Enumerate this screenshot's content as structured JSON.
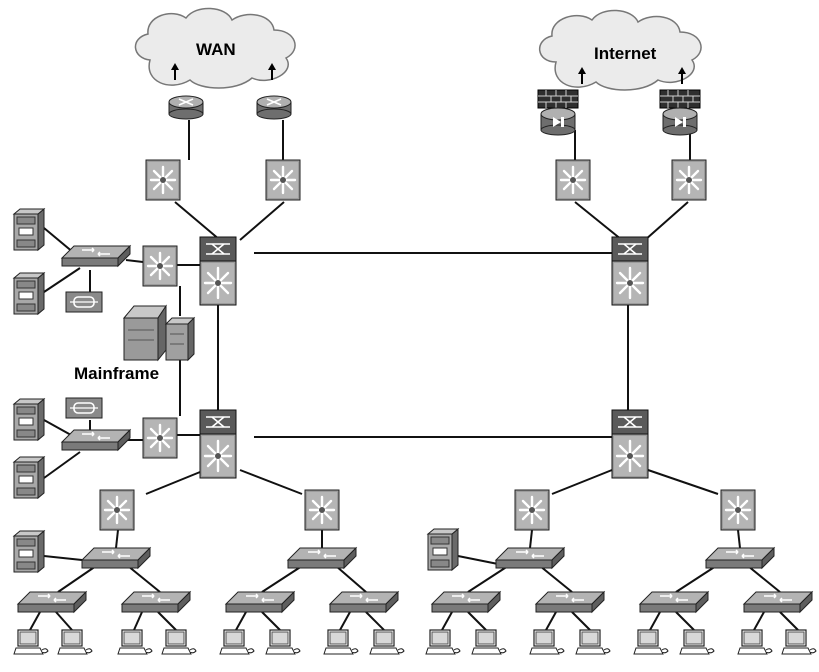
{
  "labels": {
    "wan": "WAN",
    "internet": "Internet",
    "mainframe": "Mainframe"
  },
  "colors": {
    "device_face": "#b8b8b8",
    "device_side": "#7a7a7a",
    "device_dark": "#3a3a3a",
    "cloud": "#ececec",
    "line": "#111111"
  },
  "icons": [
    "cloud-icon",
    "router-icon",
    "firewall-icon",
    "multilayer-switch-icon",
    "core-switch-icon",
    "workgroup-switch-icon",
    "server-icon",
    "mainframe-icon",
    "workstation-icon",
    "hub-icon",
    "arrow-up-icon"
  ]
}
